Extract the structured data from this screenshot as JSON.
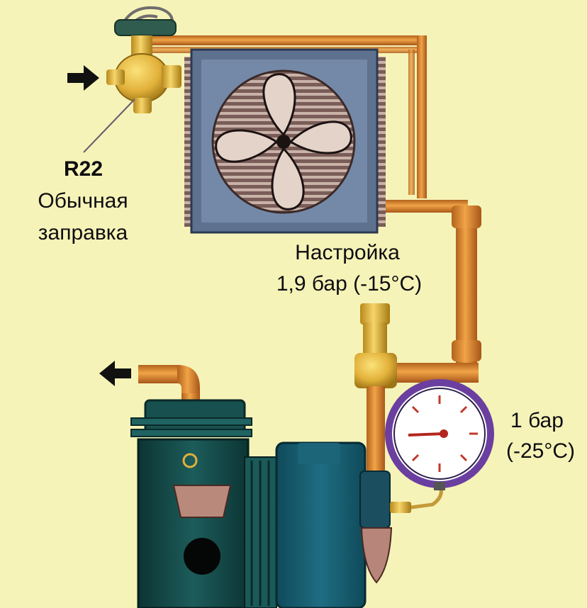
{
  "refrigerant": {
    "name": "R22",
    "charge_line1": "Обычная",
    "charge_line2": "заправка"
  },
  "setting": {
    "title": "Настройка",
    "value": "1,9 бар (-15°C)"
  },
  "gauge": {
    "reading_line1": "1 бар",
    "reading_line2": "(-25°C)"
  },
  "colors": {
    "background": "#f6f3b8",
    "copper_pipe": "#d98a2e",
    "brass_valve": "#e2b13a",
    "compressor": "#17504f",
    "condenser": "#5e7290",
    "gauge_rim": "#6b3fa0"
  },
  "icons": {
    "inlet": "arrow-right-icon",
    "outlet": "arrow-left-icon"
  }
}
